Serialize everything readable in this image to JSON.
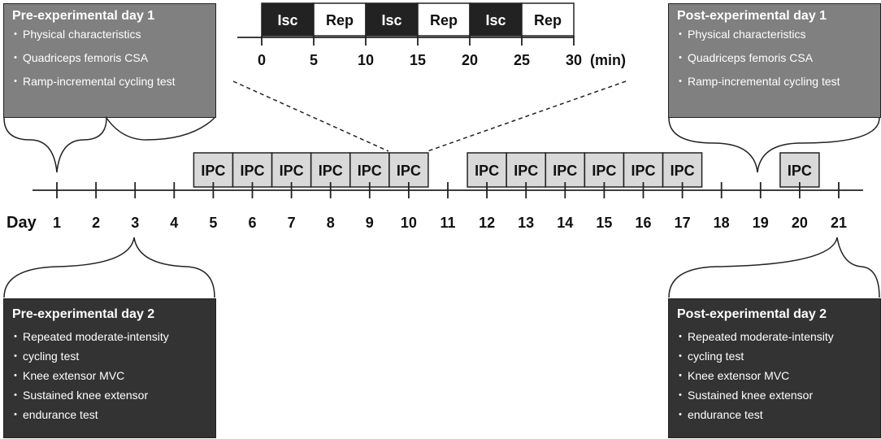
{
  "boxes": {
    "pre1": {
      "title": "Pre-experimental day 1",
      "items": [
        "Physical characteristics",
        "Quadriceps femoris CSA",
        "Ramp-incremental cycling test"
      ]
    },
    "post1": {
      "title": "Post-experimental day 1",
      "items": [
        "Physical characteristics",
        "Quadriceps femoris CSA",
        "Ramp-incremental cycling test"
      ]
    },
    "pre2": {
      "title": "Pre-experimental day 2",
      "items": [
        "Repeated moderate-intensity",
        "cycling test",
        "Knee extensor MVC",
        "Sustained knee extensor",
        "endurance test"
      ]
    },
    "post2": {
      "title": "Post-experimental day 2",
      "items": [
        "Repeated moderate-intensity",
        "cycling test",
        "Knee extensor MVC",
        "Sustained knee extensor",
        "endurance test"
      ]
    }
  },
  "protocol": {
    "segments": [
      "Isc",
      "Rep",
      "Isc",
      "Rep",
      "Isc",
      "Rep"
    ],
    "ticks": [
      "0",
      "5",
      "10",
      "15",
      "20",
      "25",
      "30"
    ],
    "unit": "(min)"
  },
  "timeline": {
    "day_label": "Day",
    "days": [
      "1",
      "2",
      "3",
      "4",
      "5",
      "6",
      "7",
      "8",
      "9",
      "10",
      "11",
      "12",
      "13",
      "14",
      "15",
      "16",
      "17",
      "18",
      "19",
      "20",
      "21"
    ],
    "ipc_label": "IPC",
    "ipc_days": [
      5,
      6,
      7,
      8,
      9,
      10,
      12,
      13,
      14,
      15,
      16,
      17,
      20
    ]
  },
  "colors": {
    "dark_box": "#333333",
    "mid_box": "#808080",
    "ipc_fill": "#d9d9d9",
    "isc_fill": "#222222",
    "rep_fill": "#ffffff"
  }
}
